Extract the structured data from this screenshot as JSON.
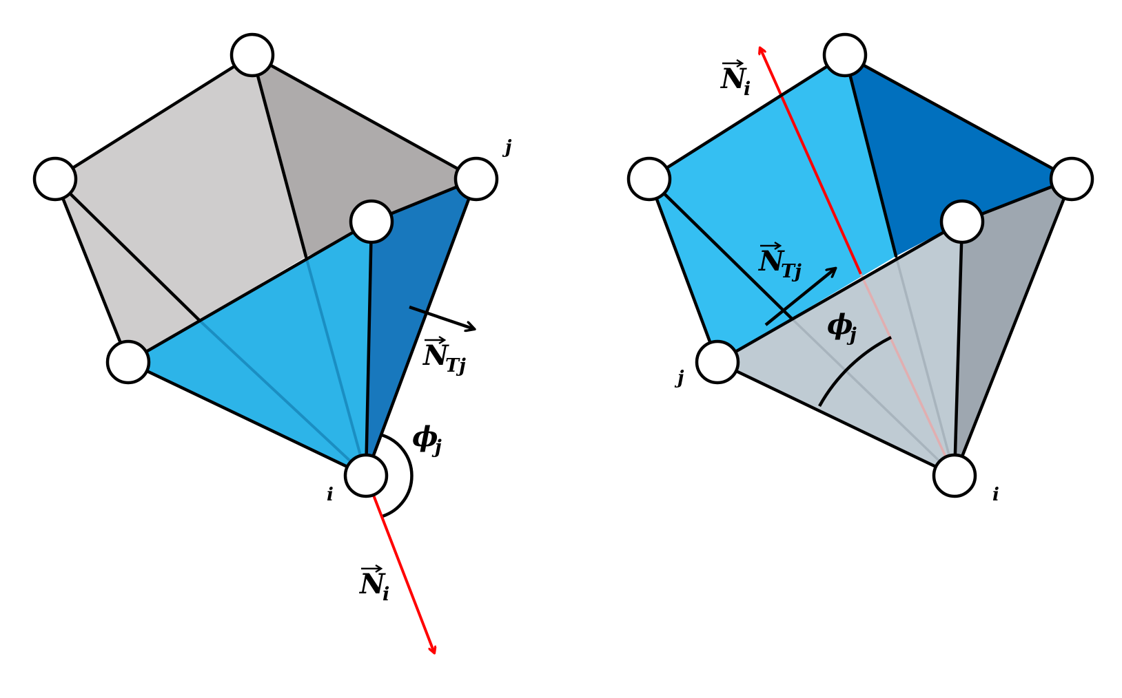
{
  "colors": {
    "light_gray": "#cfcdcd",
    "mid_gray": "#aeabab",
    "light_blue": "#2db4e8",
    "dark_blue": "#1878bd",
    "right_light_blue": "#35bff2",
    "right_dark_blue": "#0170be",
    "right_pale_gray": "#bfcbd3",
    "right_slate_gray": "#9ea7b0",
    "normal_vector": "#ff0000",
    "stroke": "#000000"
  },
  "left_diagram": {
    "normal_label": "N",
    "normal_sub": "i",
    "tangent_label": "N",
    "tangent_sub": "Tj",
    "angle_label": "ϕ",
    "angle_sub": "j",
    "vertex_i_label": "i",
    "vertex_j_label": "j"
  },
  "right_diagram": {
    "normal_label": "N",
    "normal_sub": "i",
    "tangent_label": "N",
    "tangent_sub": "Tj",
    "angle_label": "ϕ",
    "angle_sub": "j",
    "vertex_i_label": "i",
    "vertex_j_label": "j"
  }
}
